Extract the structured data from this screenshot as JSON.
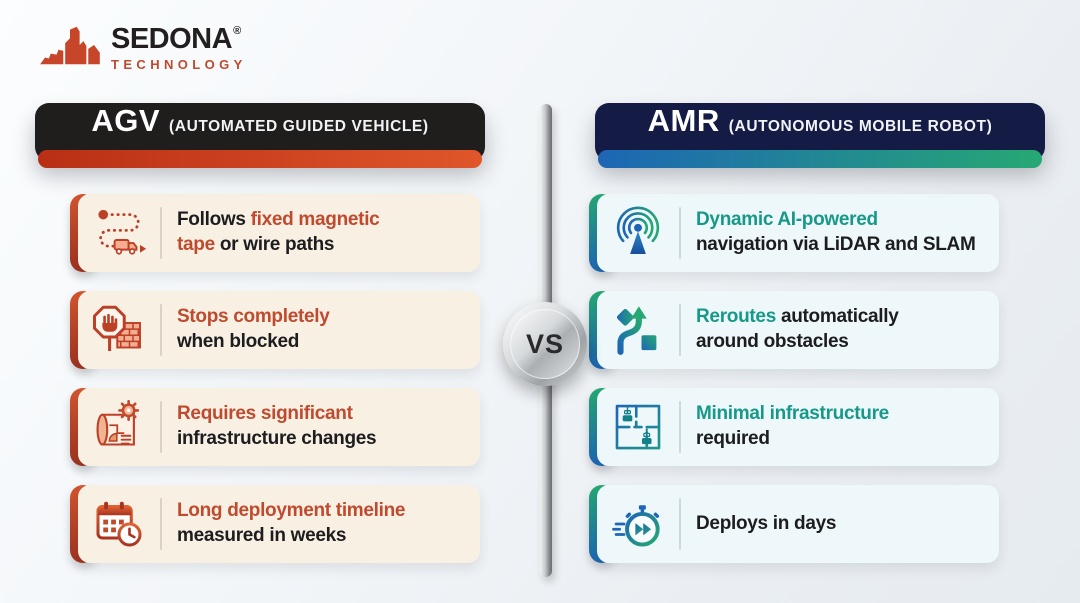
{
  "logo": {
    "brand": "SEDONA",
    "registered": "®",
    "sub": "TECHNOLOGY",
    "icon": "sedona-rocks-icon"
  },
  "versus": {
    "label": "VS"
  },
  "palette": {
    "logo_text": "#231f20",
    "agv_accent": "#c04a2e",
    "agv_accent_deep": "#9e3220",
    "agv_card_bg": "#f9f0e4",
    "agv_header_bg": "#201d1d",
    "amr_accent": "#17998a",
    "amr_blue": "#1d66b5",
    "amr_green": "#26a873",
    "amr_card_bg": "#eef7f9",
    "amr_header_bg": "#141b45",
    "dark_text": "#1d1d1f"
  },
  "left": {
    "header": {
      "title": "AGV",
      "subtitle": "(AUTOMATED GUIDED VEHICLE)"
    },
    "cards": [
      {
        "icon": "route-truck-icon",
        "lines": [
          [
            {
              "t": "Follows ",
              "hl": false
            },
            {
              "t": "fixed magnetic",
              "hl": true
            }
          ],
          [
            {
              "t": "tape",
              "hl": true
            },
            {
              "t": " or wire paths",
              "hl": false
            }
          ]
        ]
      },
      {
        "icon": "stop-blocked-icon",
        "lines": [
          [
            {
              "t": "Stops completely",
              "hl": true
            }
          ],
          [
            {
              "t": "when blocked",
              "hl": false
            }
          ]
        ]
      },
      {
        "icon": "blueprint-gear-icon",
        "lines": [
          [
            {
              "t": "Requires significant",
              "hl": true
            }
          ],
          [
            {
              "t": "infrastructure changes",
              "hl": false
            }
          ]
        ]
      },
      {
        "icon": "calendar-clock-icon",
        "lines": [
          [
            {
              "t": "Long deployment timeline",
              "hl": true
            }
          ],
          [
            {
              "t": "measured in weeks",
              "hl": false
            }
          ]
        ]
      }
    ]
  },
  "right": {
    "header": {
      "title": "AMR",
      "subtitle": "(AUTONOMOUS MOBILE ROBOT)"
    },
    "cards": [
      {
        "icon": "antenna-waves-icon",
        "lines": [
          [
            {
              "t": "Dynamic AI-powered",
              "hl": true
            }
          ],
          [
            {
              "t": "navigation via LiDAR and SLAM",
              "hl": false
            }
          ]
        ]
      },
      {
        "icon": "reroute-obstacles-icon",
        "lines": [
          [
            {
              "t": "Reroutes",
              "hl": true
            },
            {
              "t": " automatically",
              "hl": false
            }
          ],
          [
            {
              "t": "around obstacles",
              "hl": false
            }
          ]
        ]
      },
      {
        "icon": "floorplan-robots-icon",
        "lines": [
          [
            {
              "t": "Minimal infrastructure",
              "hl": true
            }
          ],
          [
            {
              "t": "required",
              "hl": false
            }
          ]
        ]
      },
      {
        "icon": "stopwatch-fast-icon",
        "lines": [
          [
            {
              "t": "Deploys in days",
              "hl": false
            }
          ]
        ]
      }
    ]
  }
}
